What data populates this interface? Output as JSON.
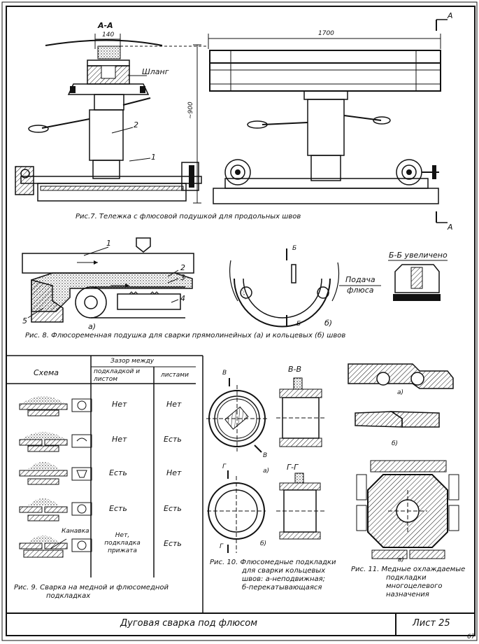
{
  "page_number": "67",
  "sheet": {
    "title": "Дуговая сварка под флюсом",
    "number": "Лист 25"
  },
  "fig7": {
    "caption": "Рис.7. Тележка с флюсовой подушкой для продольных швов",
    "section_label": "А-А",
    "dim_width_left": "140",
    "dim_width_right": "1700",
    "dim_height": "~900",
    "hose_label": "Шланг",
    "callout_1": "1",
    "callout_2": "2",
    "cut_mark_top": "А",
    "cut_mark_bottom": "А"
  },
  "fig8": {
    "caption": "Рис. 8. Флюсоременная подушка для сварки прямолинейных (а) и кольцевых (б) швов",
    "callouts": [
      "1",
      "2",
      "3",
      "4",
      "5"
    ],
    "sub_a": "а)",
    "sub_b": "б)",
    "flux_feed_1": "Подача",
    "flux_feed_2": "флюса",
    "cut_b_top": "Б",
    "cut_b_bottom": "Б",
    "detail_title": "Б-Б увеличено"
  },
  "fig9": {
    "caption_line1": "Рис. 9. Сварка на медной и флюсомедной",
    "caption_line2": "подкладках",
    "table": {
      "header_scheme": "Схема",
      "header_gap": "Зазор между",
      "header_col1": "подкладкой и листом",
      "header_col2": "листами",
      "groove_label": "Канавка",
      "rows": [
        {
          "col1": "Нет",
          "col2": "Нет"
        },
        {
          "col1": "Нет",
          "col2": "Есть"
        },
        {
          "col1": "Есть",
          "col2": "Нет"
        },
        {
          "col1": "Есть",
          "col2": "Есть"
        },
        {
          "col1": "Нет, подкладка прижата",
          "col2": "Есть"
        }
      ]
    }
  },
  "fig10": {
    "caption_line1": "Рис. 10. Флюсомедные подкладки",
    "caption_line2": "для сварки кольцевых",
    "caption_line3": "швов: а-неподвижная;",
    "caption_line4": "б-перекатывающаяся",
    "cut_v": "В",
    "cut_v2": "В",
    "section_vv": "В-В",
    "cut_g": "Г",
    "cut_g2": "Г",
    "section_gg": "Г-Г",
    "sub_a": "а)",
    "sub_b": "б)"
  },
  "fig11": {
    "caption_line1": "Рис. 11. Медные охлаждаемые",
    "caption_line2": "подкладки",
    "caption_line3": "многоцелевого",
    "caption_line4": "назначения",
    "sub_a": "а)",
    "sub_b": "б)",
    "sub_v": "в)"
  }
}
